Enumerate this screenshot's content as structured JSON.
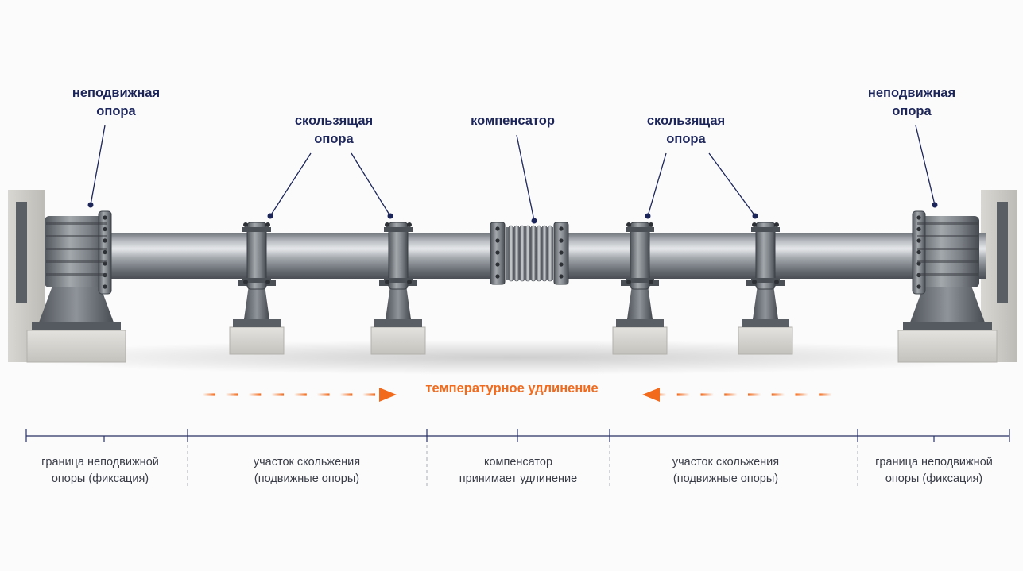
{
  "diagram": {
    "callouts": {
      "fixed_left": [
        "неподвижная",
        "опора"
      ],
      "sliding_left": [
        "скользящая",
        "опора"
      ],
      "compensator": "компенсатор",
      "sliding_right": [
        "скользящая",
        "опора"
      ],
      "fixed_right": [
        "неподвижная",
        "опора"
      ]
    },
    "thermal_label": "температурное удлинение",
    "segments": [
      [
        "граница неподвижной",
        "опоры (фиксация)"
      ],
      [
        "участок скольжения",
        "(подвижные опоры)"
      ],
      [
        "компенсатор",
        "принимает удлинение"
      ],
      [
        "участок скольжения",
        "(подвижные опоры)"
      ],
      [
        "граница неподвижной",
        "опоры (фиксация)"
      ]
    ],
    "colors": {
      "label": "#1c2559",
      "accent": "#f26a1b",
      "steel": "#8e9399",
      "concrete": "#d6d4cf",
      "dimension": "#283165"
    }
  }
}
